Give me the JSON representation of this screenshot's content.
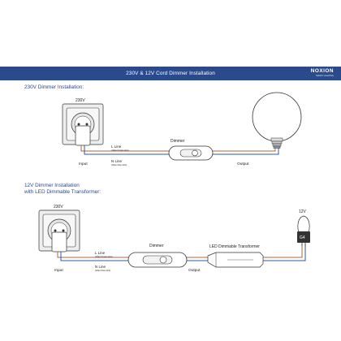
{
  "header": {
    "title": "230V & 12V Cord Dimmer Installation",
    "brand": "NOXION",
    "brand_tagline": "SMART LIGHTING",
    "bar_color": "#2a4a8c"
  },
  "section1": {
    "title": "230V Dimmer Installation:",
    "socket_voltage": "230V",
    "dimmer_label": "Dimmer",
    "l_line": "L Line",
    "l_line_note": "(often brown wire)",
    "n_line": "N Line",
    "n_line_note": "(often blue wire)",
    "input_label": "Input",
    "output_label": "Output"
  },
  "section2": {
    "title_line1": "12V Dimmer Installation",
    "title_line2": "with LED Dimmable Transformer:",
    "socket_voltage": "230V",
    "dimmer_label": "Dimmer",
    "transformer_label": "LED Dimmable Transformer",
    "l_line": "L Line",
    "l_line_note": "(often brown wire)",
    "n_line": "N Line",
    "n_line_note": "(often blue wire)",
    "input_label": "Input",
    "output_label": "Output",
    "lamp_voltage": "12V",
    "lamp_base": "G4"
  },
  "colors": {
    "wire_brown": "#b5653a",
    "wire_blue": "#2b5aa8",
    "outline": "#333333",
    "socket_fill": "#eeeeee"
  }
}
